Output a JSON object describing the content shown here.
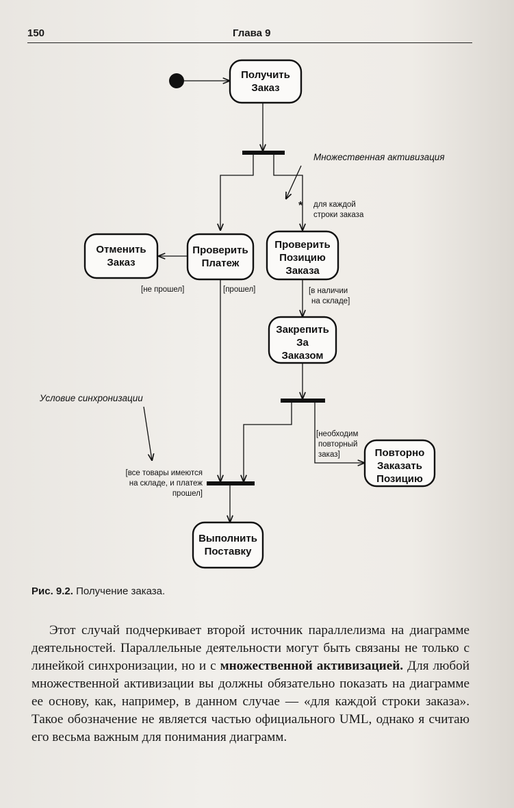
{
  "header": {
    "page_number": "150",
    "chapter": "Глава 9"
  },
  "diagram": {
    "nodes": {
      "receive": [
        "Получить",
        "Заказ"
      ],
      "cancel": [
        "Отменить",
        "Заказ"
      ],
      "check_payment": [
        "Проверить",
        "Платеж"
      ],
      "check_item": [
        "Проверить",
        "Позицию",
        "Заказа"
      ],
      "assign": [
        "Закрепить",
        "За",
        "Заказом"
      ],
      "reorder": [
        "Повторно",
        "Заказать",
        "Позицию"
      ],
      "deliver": [
        "Выполнить",
        "Поставку"
      ]
    },
    "notes": {
      "multiple_trigger": "Множественная активизация",
      "sync_condition": "Условие синхронизации"
    },
    "multiplicity": "*",
    "guards": {
      "each_line": [
        "для каждой",
        "строки заказа"
      ],
      "failed": "[не прошел]",
      "passed": "[прошел]",
      "in_stock": [
        "[в наличии",
        "на складе]"
      ],
      "reorder_needed": [
        "[необходим",
        "повторный",
        "заказ]"
      ],
      "all_in_stock": [
        "[все товары имеются",
        "на складе, и платеж",
        "прошел]"
      ]
    }
  },
  "caption": {
    "label": "Рис. 9.2.",
    "text": " Получение заказа."
  },
  "paragraph": {
    "part1": "Этот случай подчеркивает второй источник параллелизма на диаграмме деятельностей. Параллельные деятельности могут быть связаны не только с линейкой синхронизации, но и с ",
    "bold": "множественной активизацией.",
    "part2": " Для любой множественной активизации вы должны обязательно показать на диаграмме ее основу, как, например, в данном случае — «для каждой строки заказа». Такое обозначение не является частью официального UML, однако я считаю его весьма важным для понимания диаграмм."
  }
}
